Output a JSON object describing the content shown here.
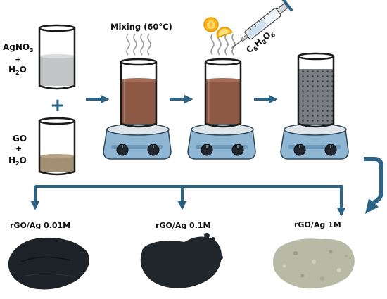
{
  "reagents": {
    "agno3_line1": "AgNO",
    "agno3_sub": "3",
    "plus_small": "+",
    "water_h": "H",
    "water_sub": "2",
    "water_o": "O",
    "plus_big": "+",
    "go_line1": "GO",
    "go_plus": "+"
  },
  "steps": {
    "mixing_label": "Mixing (60°C)",
    "reductant": {
      "c": "C",
      "c_sub": "6",
      "h": "H",
      "h_sub": "8",
      "o": "O",
      "o_sub": "6"
    }
  },
  "products": [
    {
      "label": "rGO/Ag 0.01M",
      "color": "#1c2228"
    },
    {
      "label": "rGO/Ag 0.1M",
      "color": "#1f272d"
    },
    {
      "label": "rGO/Ag 1M",
      "color": "#b9baa6"
    }
  ],
  "colors": {
    "arrow": "#2c6487",
    "silver_solution": "#c3c5c7",
    "go_solution": "#a39073",
    "brown_solution": "#8d5844",
    "gray_solution": "#777b7e",
    "hotplate": "#8fb7d4",
    "lemon": "#f7b21b"
  }
}
